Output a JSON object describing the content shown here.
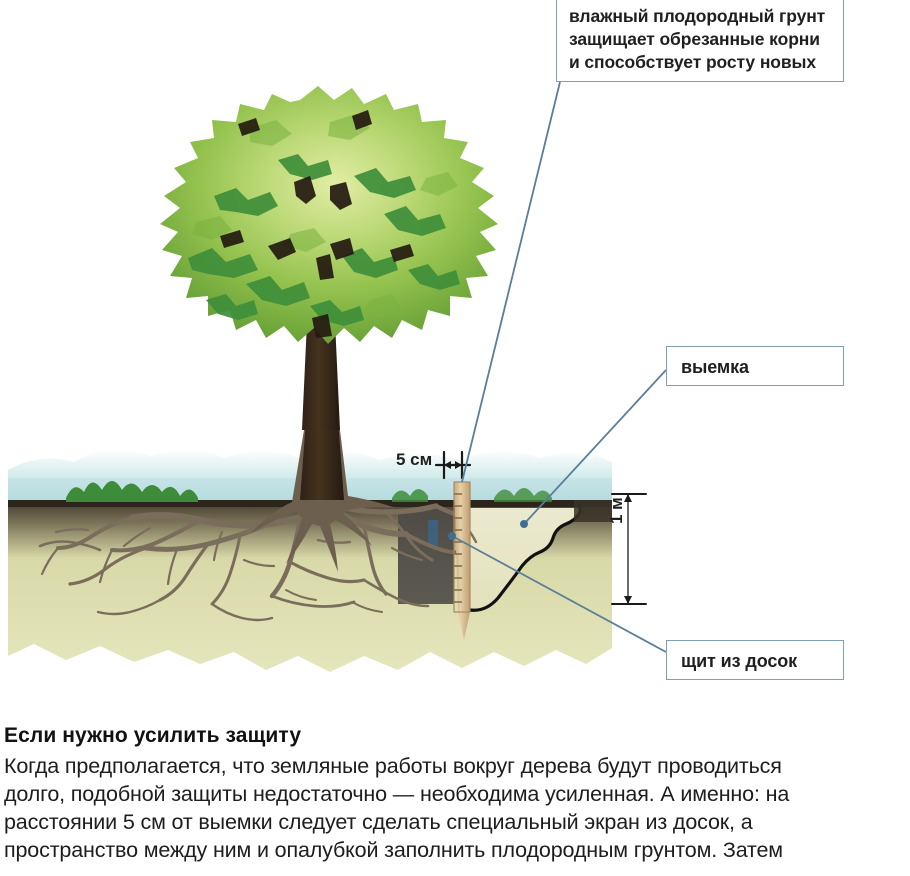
{
  "callouts": {
    "soil": {
      "line1": "влажный плодородный грунт",
      "line2": "защищает обрезанные корни",
      "line3": "и способствует росту новых"
    },
    "excavation": {
      "label": "выемка"
    },
    "board": {
      "label": "щит из досок"
    }
  },
  "dimensions": {
    "horizontal": "5 см",
    "vertical": "1 м"
  },
  "article": {
    "heading": "Если нужно усилить защиту",
    "paragraph_lines": [
      "Когда предполагается, что земляные работы вокруг дерева будут проводиться",
      "долго, подобной защиты недостаточно — необходима усиленная. А именно: на",
      "расстоянии 5 см от выемки следует сделать специальный экран из досок, а",
      "пространство между ним и опалубкой заполнить плодородным грунтом. Затем"
    ]
  },
  "palette": {
    "callout_border": "#7fa0b4",
    "leader_line": "#5a7e99",
    "sky": "#bfe0e4",
    "topsoil": "#3d362c",
    "subsoil": "#e2e2b4",
    "fill_soil": "#5b5b56",
    "board_wood": "#d6bb90",
    "canopy_light": "#cfe08a",
    "canopy_mid": "#8fbf4a",
    "canopy_dark": "#3f8f3a",
    "trunk": "#3a2a1c",
    "root": "#7a6c5a",
    "excavation_line": "#111111",
    "text": "#1d1d1d"
  }
}
